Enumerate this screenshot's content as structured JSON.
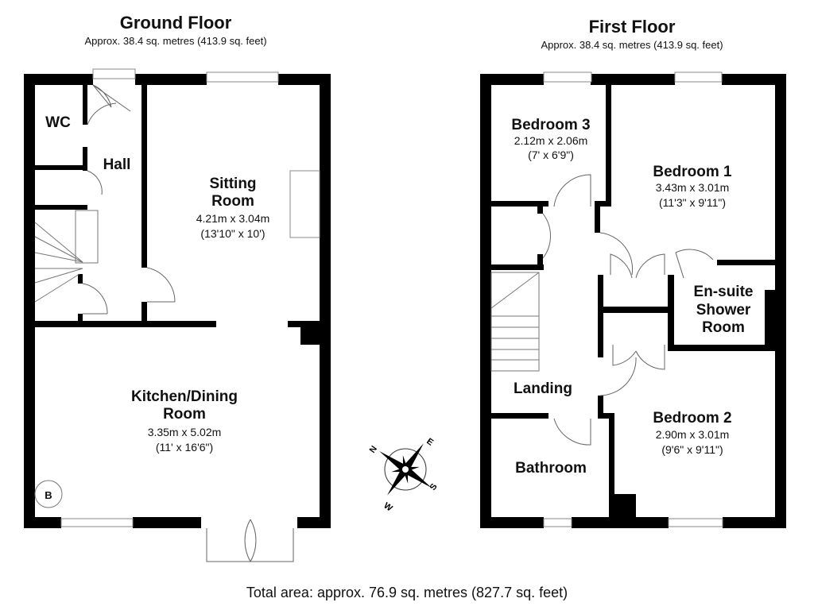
{
  "ground_floor": {
    "title": "Ground Floor",
    "area": "Approx. 38.4 sq. metres (413.9 sq. feet)",
    "rooms": [
      {
        "name": "WC",
        "dims_m": "",
        "dims_ft": ""
      },
      {
        "name": "Hall",
        "dims_m": "",
        "dims_ft": ""
      },
      {
        "name_line1": "Sitting",
        "name_line2": "Room",
        "dims_m": "4.21m x 3.04m",
        "dims_ft": "(13'10\" x 10')"
      },
      {
        "name_line1": "Kitchen/Dining",
        "name_line2": "Room",
        "dims_m": "3.35m x 5.02m",
        "dims_ft": "(11' x 16'6\")"
      }
    ],
    "boiler_label": "B"
  },
  "first_floor": {
    "title": "First Floor",
    "area": "Approx. 38.4 sq. metres (413.9 sq. feet)",
    "rooms": [
      {
        "name": "Bedroom 3",
        "dims_m": "2.12m x 2.06m",
        "dims_ft": "(7' x 6'9\")"
      },
      {
        "name": "Bedroom 1",
        "dims_m": "3.43m x 3.01m",
        "dims_ft": "(11'3\" x 9'11\")"
      },
      {
        "name_line1": "En-suite",
        "name_line2": "Shower",
        "name_line3": "Room"
      },
      {
        "name": "Landing"
      },
      {
        "name": "Bedroom 2",
        "dims_m": "2.90m x 3.01m",
        "dims_ft": "(9'6\" x 9'11\")"
      },
      {
        "name": "Bathroom"
      }
    ]
  },
  "compass": {
    "n": "N",
    "e": "E",
    "s": "S",
    "w": "W"
  },
  "total_area": "Total area: approx. 76.9 sq. metres (827.7 sq. feet)"
}
